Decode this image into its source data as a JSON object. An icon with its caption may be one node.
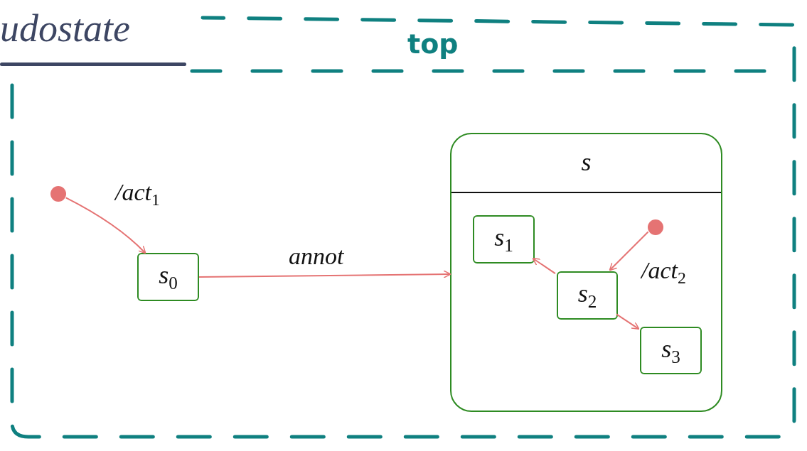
{
  "diagram": {
    "title": "udostate",
    "nodes": [
      {
        "text": [
          "top"
        ]
      },
      {
        "text": [],
        "shape": "circle",
        "in": 0
      },
      {
        "text": [
          "s$_{0}$"
        ],
        "in": 0
      },
      {
        "text": [
          "s"
        ],
        "in": 0
      },
      {
        "text": [
          "s$_{1}$"
        ],
        "in": 3
      },
      {
        "text": [],
        "shape": "circle",
        "in": 3
      },
      {
        "text": [
          "s$_{2}$"
        ],
        "in": 3
      },
      {
        "text": [
          "s$_{3}$"
        ],
        "in": 3
      }
    ],
    "edges": [
      {
        "from": 1,
        "to": 2,
        "arrow": "to",
        "label": "/act$_{1}$"
      },
      {
        "from": 2,
        "to": 3,
        "arrow": "to",
        "label": "annot"
      },
      {
        "from": 5,
        "to": 6,
        "arrow": "to",
        "label": "/act$_{2}$"
      },
      {
        "from": 6,
        "to": 4,
        "arrow": "to"
      },
      {
        "from": 6,
        "to": 7,
        "arrow": "to"
      }
    ]
  }
}
